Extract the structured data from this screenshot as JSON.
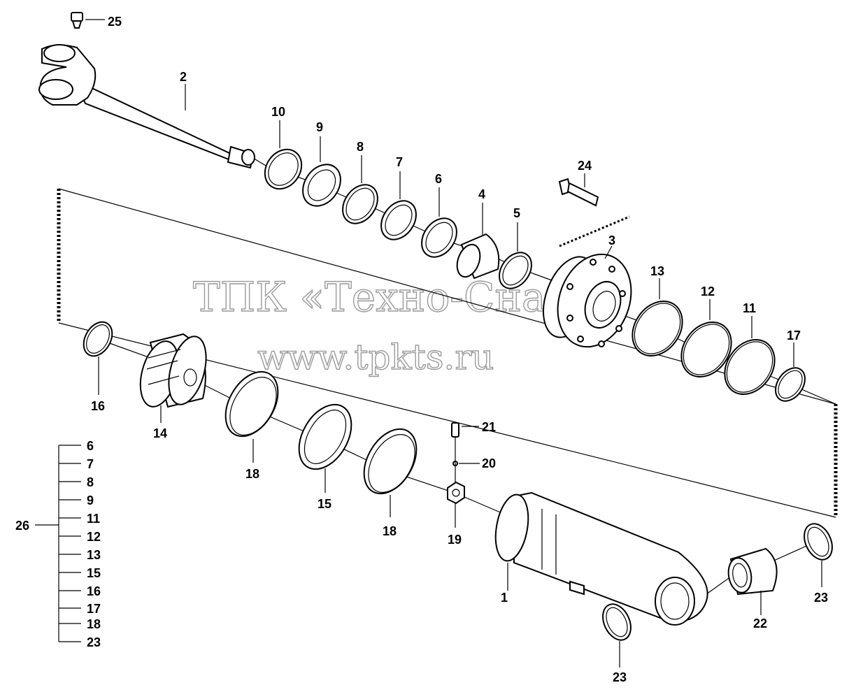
{
  "watermark": {
    "line1": "ТПК «Техно-Снаб»",
    "line2": "www.tpkts.ru"
  },
  "callouts": {
    "p1": "1",
    "p2": "2",
    "p3": "3",
    "p4": "4",
    "p5": "5",
    "p6": "6",
    "p7": "7",
    "p8": "8",
    "p9": "9",
    "p10": "10",
    "p11": "11",
    "p12": "12",
    "p13": "13",
    "p14": "14",
    "p15": "15",
    "p16": "16",
    "p17": "17",
    "p18a": "18",
    "p18b": "18",
    "p19": "19",
    "p20": "20",
    "p21": "21",
    "p22": "22",
    "p23a": "23",
    "p23b": "23",
    "p24": "24",
    "p25": "25"
  },
  "kit": {
    "label": "26",
    "items": [
      "6",
      "7",
      "8",
      "9",
      "11",
      "12",
      "13",
      "15",
      "16",
      "17",
      "18",
      "23"
    ]
  }
}
